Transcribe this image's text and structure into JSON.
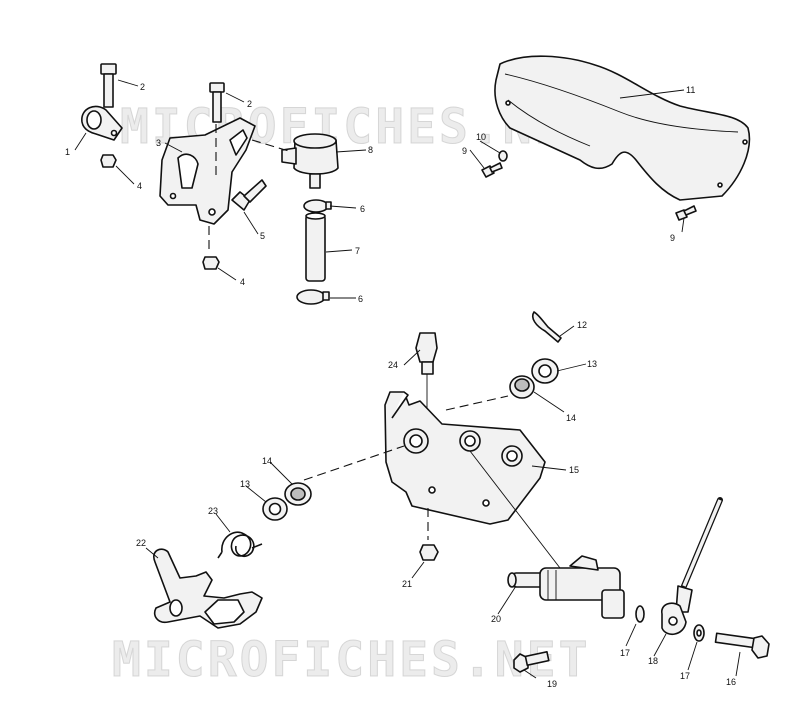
{
  "watermark": "MICROFICHES.NET",
  "callouts": {
    "c1": "1",
    "c2a": "2",
    "c2b": "2",
    "c3": "3",
    "c4a": "4",
    "c4b": "4",
    "c5": "5",
    "c6a": "6",
    "c6b": "6",
    "c7": "7",
    "c8": "8",
    "c9a": "9",
    "c9b": "9",
    "c10": "10",
    "c11": "11",
    "c12": "12",
    "c13a": "13",
    "c13b": "13",
    "c14a": "14",
    "c14b": "14",
    "c15": "15",
    "c16": "16",
    "c17a": "17",
    "c17b": "17",
    "c18": "18",
    "c19": "19",
    "c20": "20",
    "c21": "21",
    "c22": "22",
    "c23": "23",
    "c24": "24"
  }
}
